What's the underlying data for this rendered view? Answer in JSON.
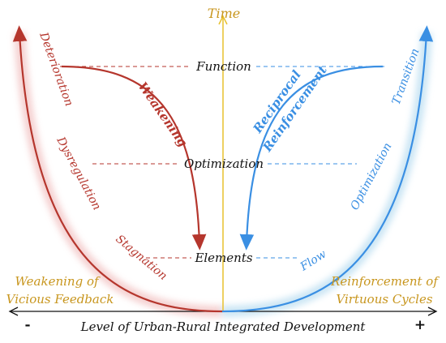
{
  "axis": {
    "time_label": "Time",
    "x_label": "Level of Urban-Rural Integrated Development",
    "minus_label": "-",
    "plus_label": "+"
  },
  "levels": {
    "function": "Function",
    "optimization": "Optimization",
    "elements": "Elements"
  },
  "left_side": {
    "color": "#b5362d",
    "outer_top": "Deterioration",
    "outer_mid": "Dysregulation",
    "outer_bottom": "Stagnation",
    "inner_arrow": "Weakening",
    "corner_line1": "Weakening of",
    "corner_line2": "Vicious Feedback"
  },
  "right_side": {
    "color": "#3a8fe3",
    "outer_top": "Transition",
    "outer_mid": "Optimization",
    "outer_bottom": "Flow",
    "inner_arrow_line1": "Reciprocal",
    "inner_arrow_line2": "Reinforcement",
    "corner_line1": "Reinforcement of",
    "corner_line2": "Virtuous Cycles"
  },
  "colors": {
    "axis_gold": "#e7c12f",
    "label_gold": "#c8961e",
    "black": "#111111"
  }
}
